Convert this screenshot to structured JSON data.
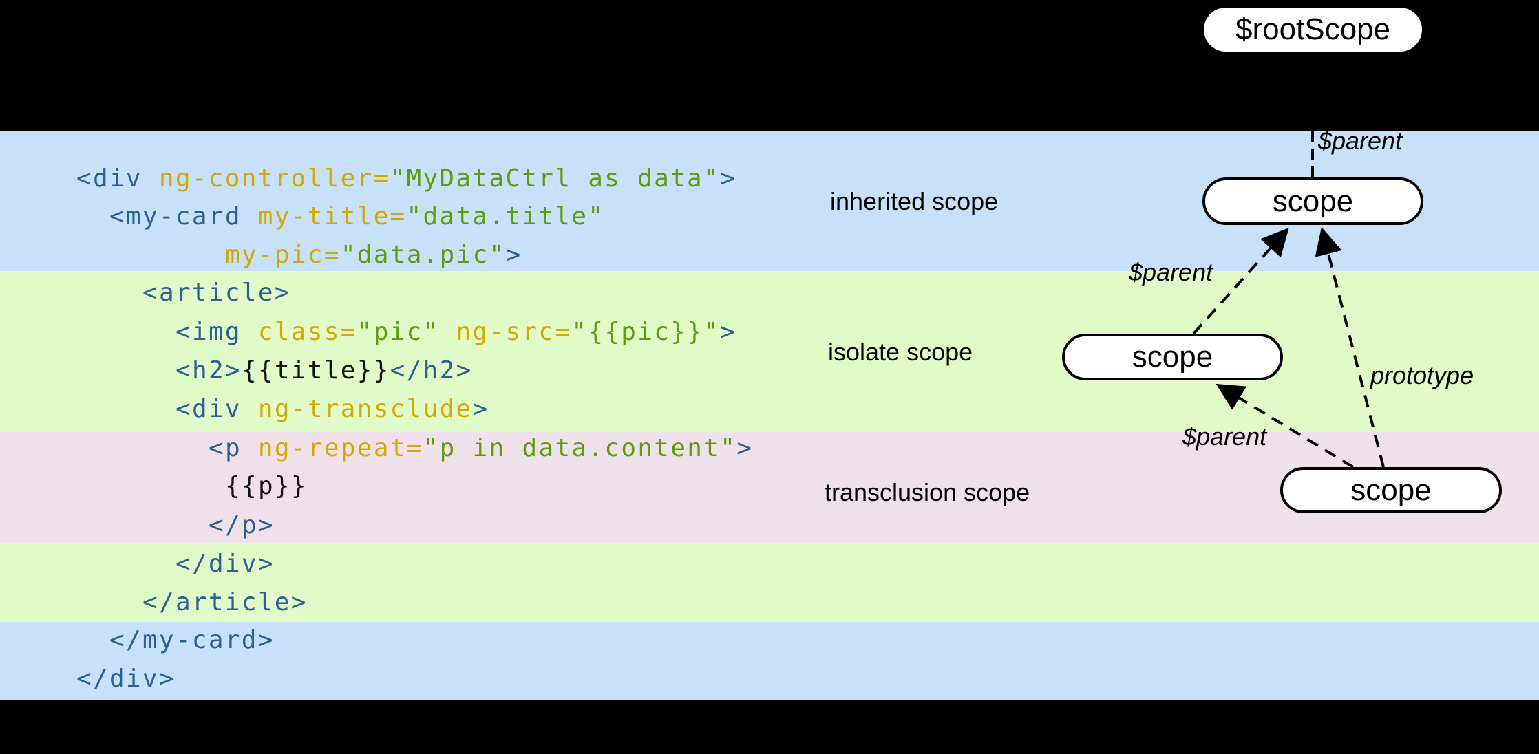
{
  "colors": {
    "inherited_bg": "#c8e1fb",
    "isolate_bg": "#e1fbc8",
    "transclusion_bg": "#efe0ea",
    "tag": "#2b5f95",
    "attr": "#d4a900",
    "string": "#5a9e0a"
  },
  "code_lines": [
    {
      "indent": 0,
      "tokens": [
        {
          "t": "<div ",
          "c": "t"
        },
        {
          "t": "ng-controller=",
          "c": "a"
        },
        {
          "t": "\"MyDataCtrl as data\"",
          "c": "s"
        },
        {
          "t": ">",
          "c": "t"
        }
      ]
    },
    {
      "indent": 2,
      "tokens": [
        {
          "t": "<my-card ",
          "c": "t"
        },
        {
          "t": "my-title=",
          "c": "a"
        },
        {
          "t": "\"data.title\"",
          "c": "s"
        }
      ]
    },
    {
      "indent": 9,
      "tokens": [
        {
          "t": "my-pic=",
          "c": "a"
        },
        {
          "t": "\"data.pic\"",
          "c": "s"
        },
        {
          "t": ">",
          "c": "t"
        }
      ]
    },
    {
      "indent": 4,
      "tokens": [
        {
          "t": "<article>",
          "c": "t"
        }
      ]
    },
    {
      "indent": 6,
      "tokens": [
        {
          "t": "<img ",
          "c": "t"
        },
        {
          "t": "class=",
          "c": "a"
        },
        {
          "t": "\"pic\" ",
          "c": "s"
        },
        {
          "t": "ng-src=",
          "c": "a"
        },
        {
          "t": "\"{{pic}}\"",
          "c": "s"
        },
        {
          "t": ">",
          "c": "t"
        }
      ]
    },
    {
      "indent": 6,
      "tokens": [
        {
          "t": "<h2>",
          "c": "t"
        },
        {
          "t": "{{title}}",
          "c": "x"
        },
        {
          "t": "</h2>",
          "c": "t"
        }
      ]
    },
    {
      "indent": 6,
      "tokens": [
        {
          "t": "<div ",
          "c": "t"
        },
        {
          "t": "ng-transclude",
          "c": "a"
        },
        {
          "t": ">",
          "c": "t"
        }
      ]
    },
    {
      "indent": 8,
      "tokens": [
        {
          "t": "<p ",
          "c": "t"
        },
        {
          "t": "ng-repeat=",
          "c": "a"
        },
        {
          "t": "\"p in data.content\"",
          "c": "s"
        },
        {
          "t": ">",
          "c": "t"
        }
      ]
    },
    {
      "indent": 9,
      "tokens": [
        {
          "t": "{{p}}",
          "c": "x"
        }
      ]
    },
    {
      "indent": 8,
      "tokens": [
        {
          "t": "</p>",
          "c": "t"
        }
      ]
    },
    {
      "indent": 6,
      "tokens": [
        {
          "t": "</div>",
          "c": "t"
        }
      ]
    },
    {
      "indent": 4,
      "tokens": [
        {
          "t": "</article>",
          "c": "t"
        }
      ]
    },
    {
      "indent": 2,
      "tokens": [
        {
          "t": "</my-card>",
          "c": "t"
        }
      ]
    },
    {
      "indent": 0,
      "tokens": [
        {
          "t": "</div>",
          "c": "t"
        }
      ]
    }
  ],
  "scope_labels": {
    "inherited": "inherited scope",
    "isolate": "isolate scope",
    "transclusion": "transclusion scope"
  },
  "nodes": {
    "root": "$rootScope",
    "inherited": "scope",
    "isolate": "scope",
    "transclusion": "scope"
  },
  "edges": {
    "root_parent": "$parent",
    "isolate_parent": "$parent",
    "transclusion_parent": "$parent",
    "prototype": "prototype"
  }
}
